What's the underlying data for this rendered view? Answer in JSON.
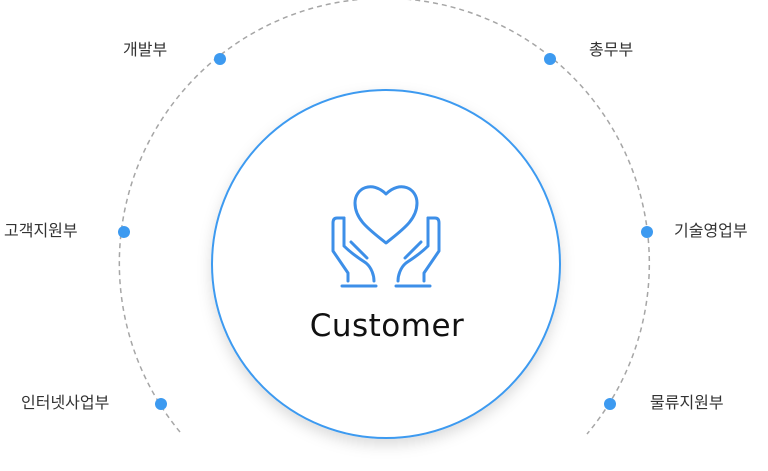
{
  "center": {
    "label": "Customer",
    "icon": "hands-heart-icon",
    "ring_color": "#3d9af0",
    "icon_color": "#3d8fe8"
  },
  "departments": [
    {
      "id": "development",
      "label": "개발부"
    },
    {
      "id": "general-affairs",
      "label": "총무부"
    },
    {
      "id": "customer-support",
      "label": "고객지원부"
    },
    {
      "id": "technical-sales",
      "label": "기술영업부"
    },
    {
      "id": "internet-business",
      "label": "인터넷사업부"
    },
    {
      "id": "logistics-support",
      "label": "물류지원부"
    }
  ],
  "colors": {
    "dot": "#3d9af0",
    "dashed_arc": "#a6a6a6",
    "text": "#333333"
  }
}
